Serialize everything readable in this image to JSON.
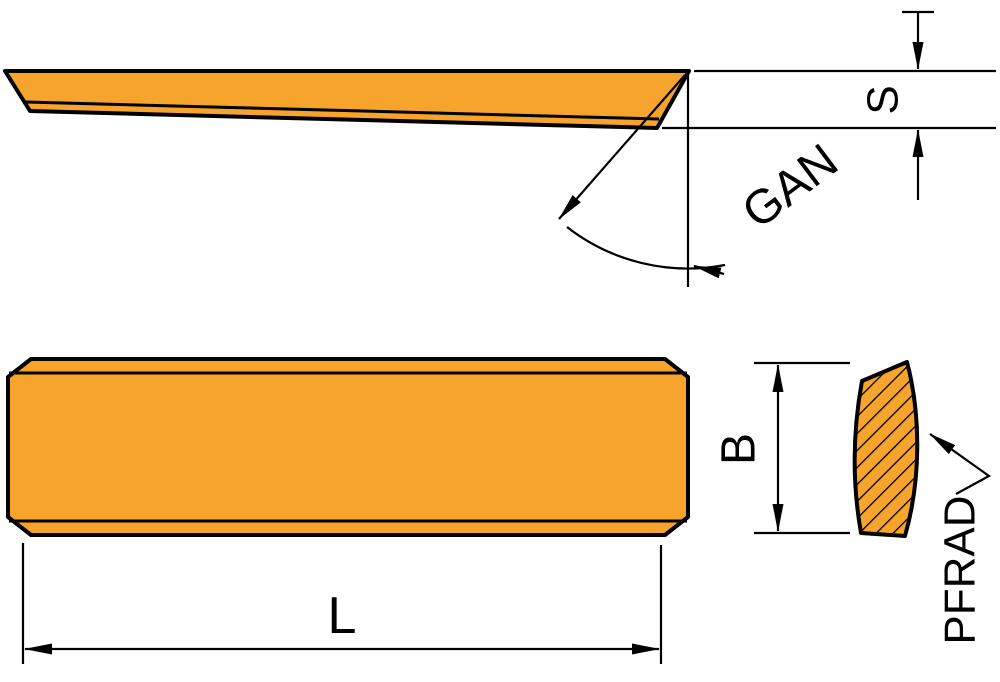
{
  "drawing": {
    "background_color": "#ffffff",
    "line_color": "#000000",
    "insert_fill_color": "#f7a42c",
    "labels": {
      "thickness": "S",
      "angle": "GAN",
      "length": "L",
      "width": "B",
      "face_radius": "PFRAD"
    }
  }
}
